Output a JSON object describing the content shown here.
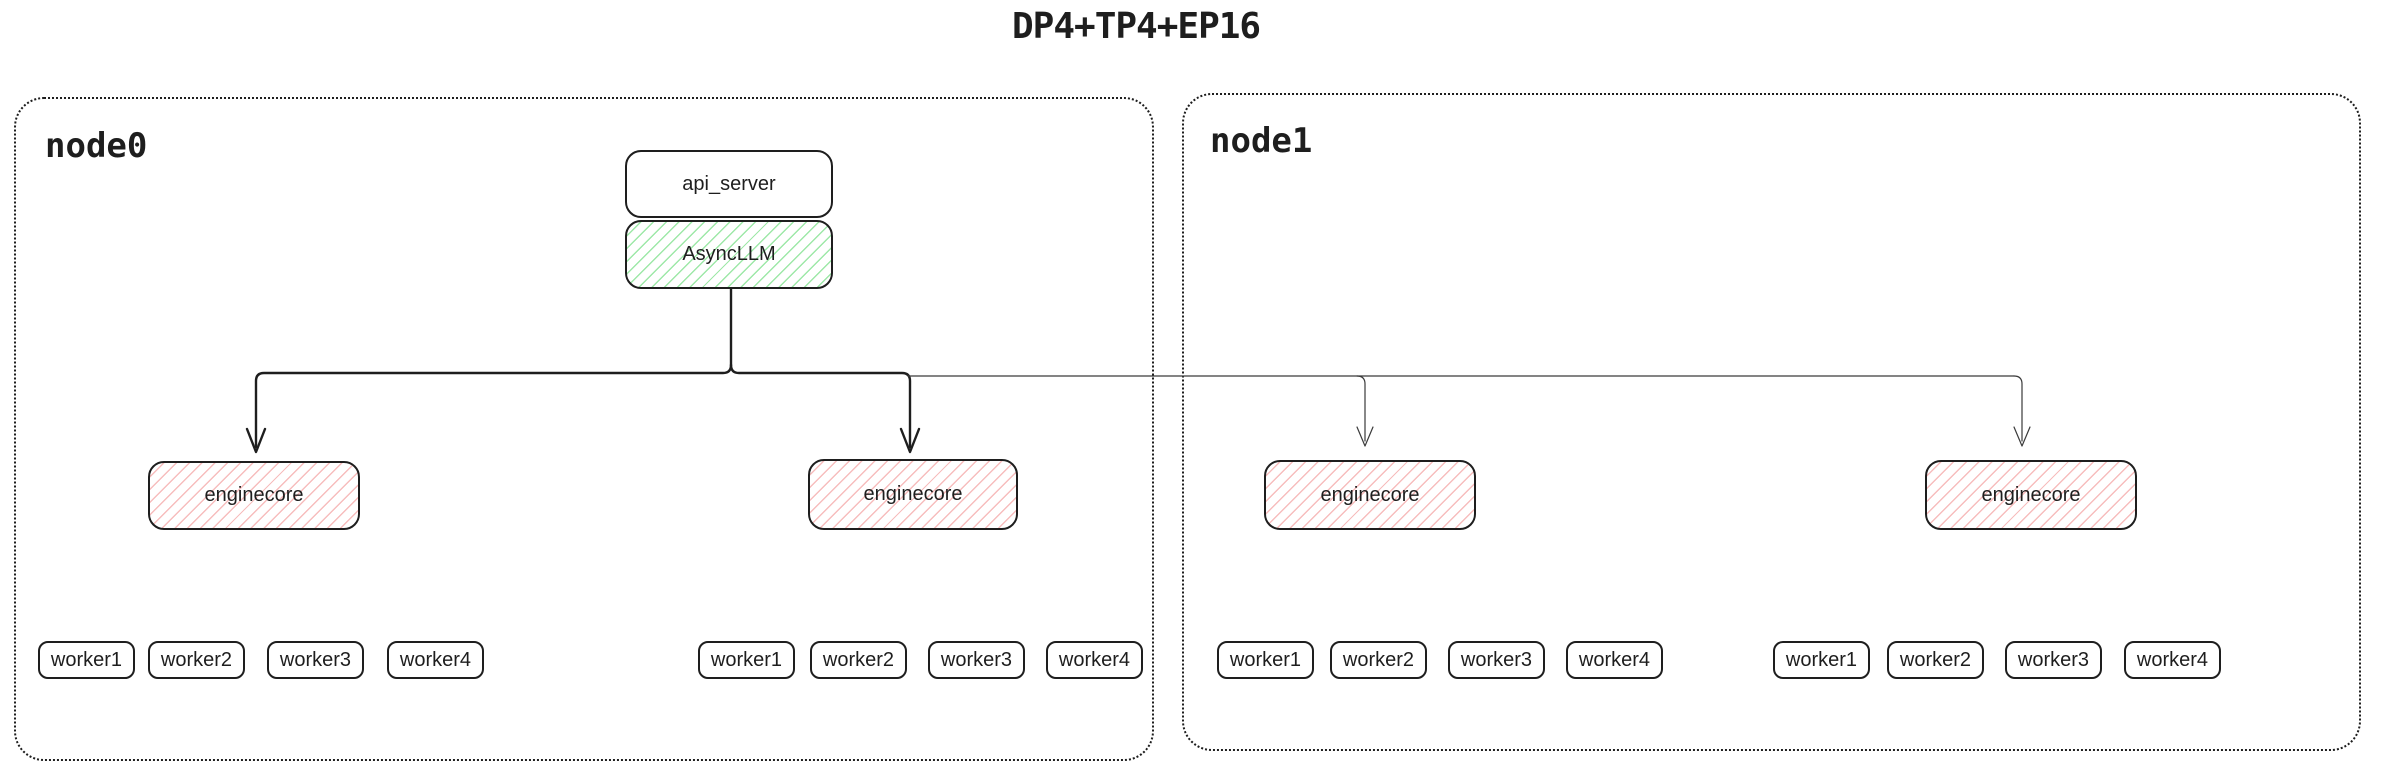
{
  "title": "DP4+TP4+EP16",
  "nodes": {
    "node0": {
      "label": "node0"
    },
    "node1": {
      "label": "node1"
    }
  },
  "boxes": {
    "api_server": "api_server",
    "async_llm": "AsyncLLM",
    "enginecore": "enginecore"
  },
  "workers": {
    "g0": [
      "worker1",
      "worker2",
      "worker3",
      "worker4"
    ],
    "g1": [
      "worker1",
      "worker2",
      "worker3",
      "worker4"
    ],
    "g2": [
      "worker1",
      "worker2",
      "worker3",
      "worker4"
    ],
    "g3": [
      "worker1",
      "worker2",
      "worker3",
      "worker4"
    ]
  },
  "colors": {
    "stroke": "#1e1e1e",
    "green_hatch": "#9ee8a8",
    "red_hatch": "#f7bdbd",
    "background": "#ffffff"
  }
}
